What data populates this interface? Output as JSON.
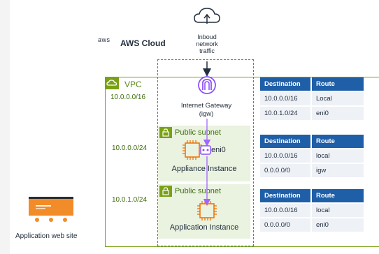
{
  "header": {
    "aws_logo_text": "aws",
    "aws_cloud_label": "AWS Cloud"
  },
  "inbound": {
    "line1": "Inboud",
    "line2": "network",
    "line3": "traffic"
  },
  "vpc": {
    "label": "VPC",
    "cidr": "10.0.0.0/16"
  },
  "igw": {
    "line1": "Internet Gateway",
    "line2": "(igw)"
  },
  "subnets": [
    {
      "label": "Public subnet",
      "cidr": "10.0.0.0/24",
      "instance_label": "Appliance Instance",
      "eni_label": "eni0"
    },
    {
      "label": "Public subnet",
      "cidr": "10.0.1.0/24",
      "instance_label": "Application Instance"
    }
  ],
  "route_tables": [
    {
      "headers": [
        "Destination",
        "Route"
      ],
      "rows": [
        [
          "10.0.0.0/16",
          "Local"
        ],
        [
          "10.0.1.0/24",
          "eni0"
        ]
      ]
    },
    {
      "headers": [
        "Destination",
        "Route"
      ],
      "rows": [
        [
          "10.0.0.0/16",
          "local"
        ],
        [
          "0.0.0.0/0",
          "igw"
        ]
      ]
    },
    {
      "headers": [
        "Destination",
        "Route"
      ],
      "rows": [
        [
          "10.0.0.0/16",
          "local"
        ],
        [
          "0.0.0.0/0",
          "eni0"
        ]
      ]
    }
  ],
  "website": {
    "label": "Application web site"
  },
  "colors": {
    "vpc_green": "#7aa116",
    "az_blue": "#3f7fc0",
    "igw_purple": "#8c4fff",
    "instance_orange": "#ed7100",
    "table_header": "#1f5fa8"
  }
}
